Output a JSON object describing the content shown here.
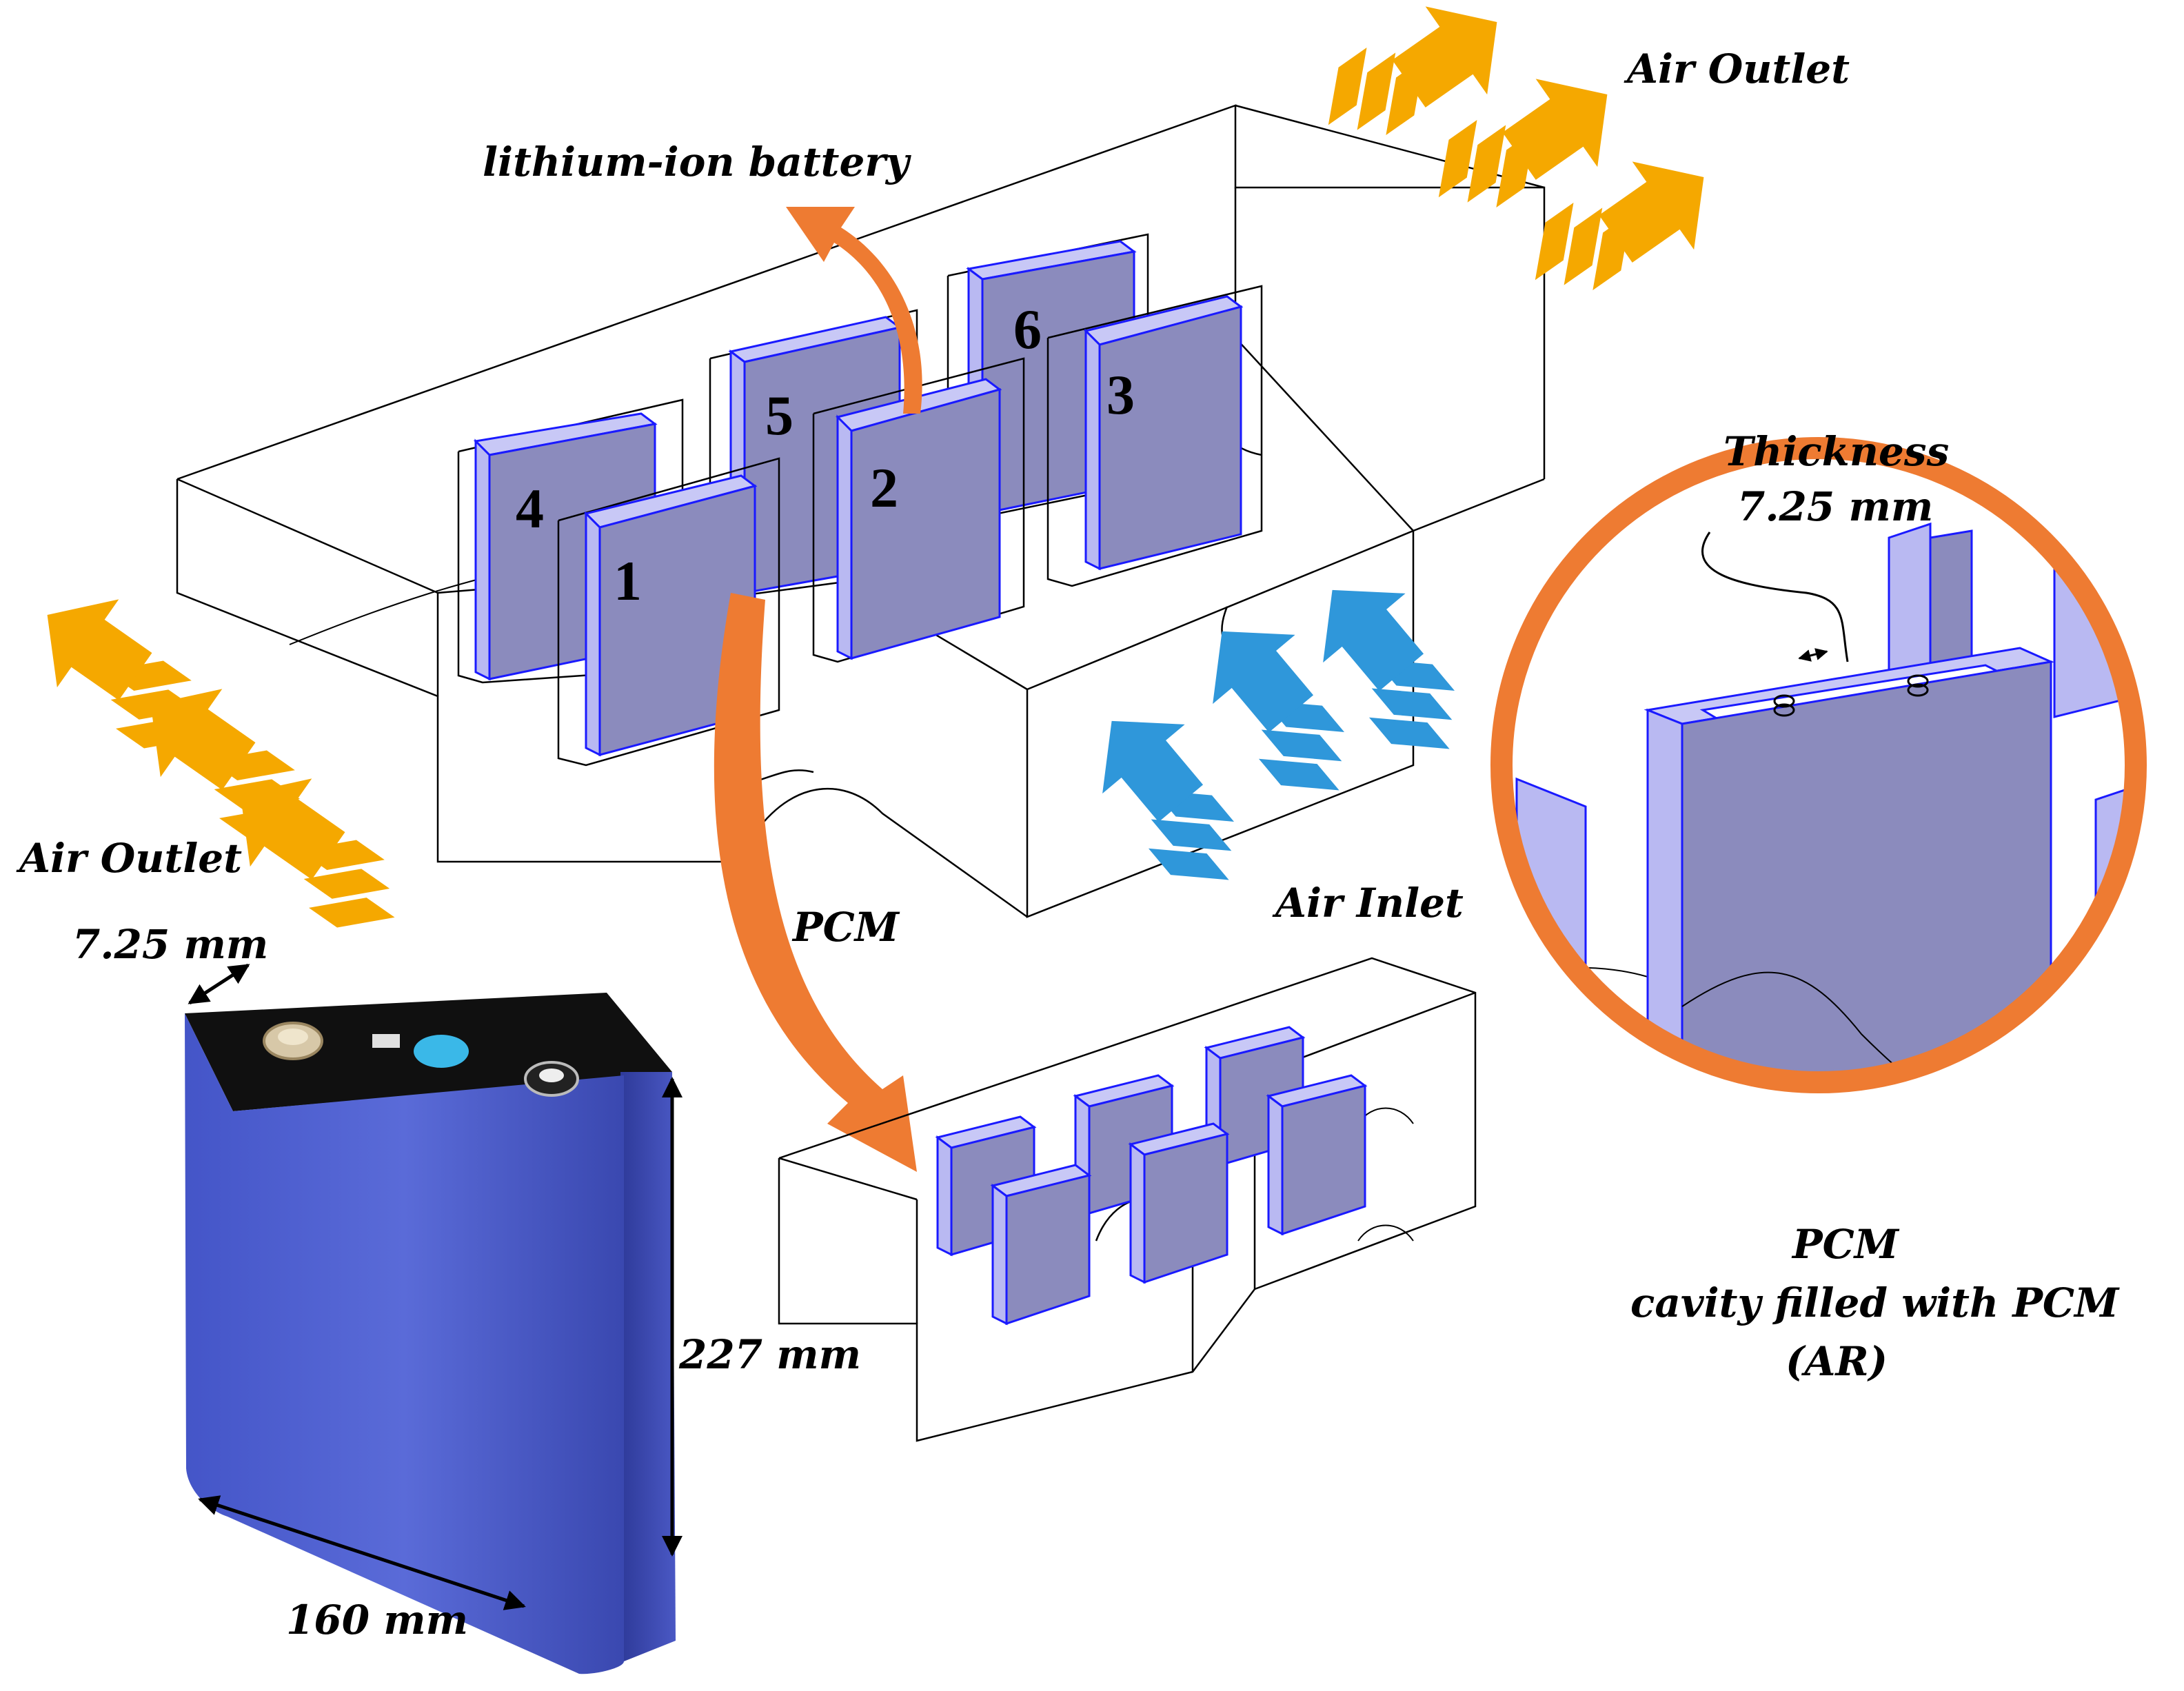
{
  "labels": {
    "air_outlet_top": "Air Outlet",
    "air_outlet_left": "Air Outlet",
    "air_inlet": "Air Inlet",
    "lithium_ion": "lithium-ion battery",
    "pcm_arrow": "PCM",
    "thickness_title": "Thickness",
    "thickness_value": "7.25 mm",
    "pcm_zoom_title": "PCM",
    "pcm_zoom_desc": "cavity filled with PCM",
    "pcm_zoom_ar": "(AR)",
    "dim_thickness": "7.25 mm",
    "dim_height": "227 mm",
    "dim_width": "160 mm"
  },
  "cells": [
    "1",
    "2",
    "3",
    "4",
    "5",
    "6"
  ],
  "colors": {
    "outlet_arrow": "#f5a800",
    "inlet_arrow": "#2f97da",
    "orange_accent": "#ee7b32",
    "cell_fill": "#8b8bbd",
    "cell_edge": "#1a1aff",
    "battery_body": "#3f4fbf"
  },
  "icons": [
    "outlet-arrow-icon",
    "inlet-arrow-icon",
    "curved-arrow-icon",
    "magnifier-circle",
    "battery-photo"
  ]
}
